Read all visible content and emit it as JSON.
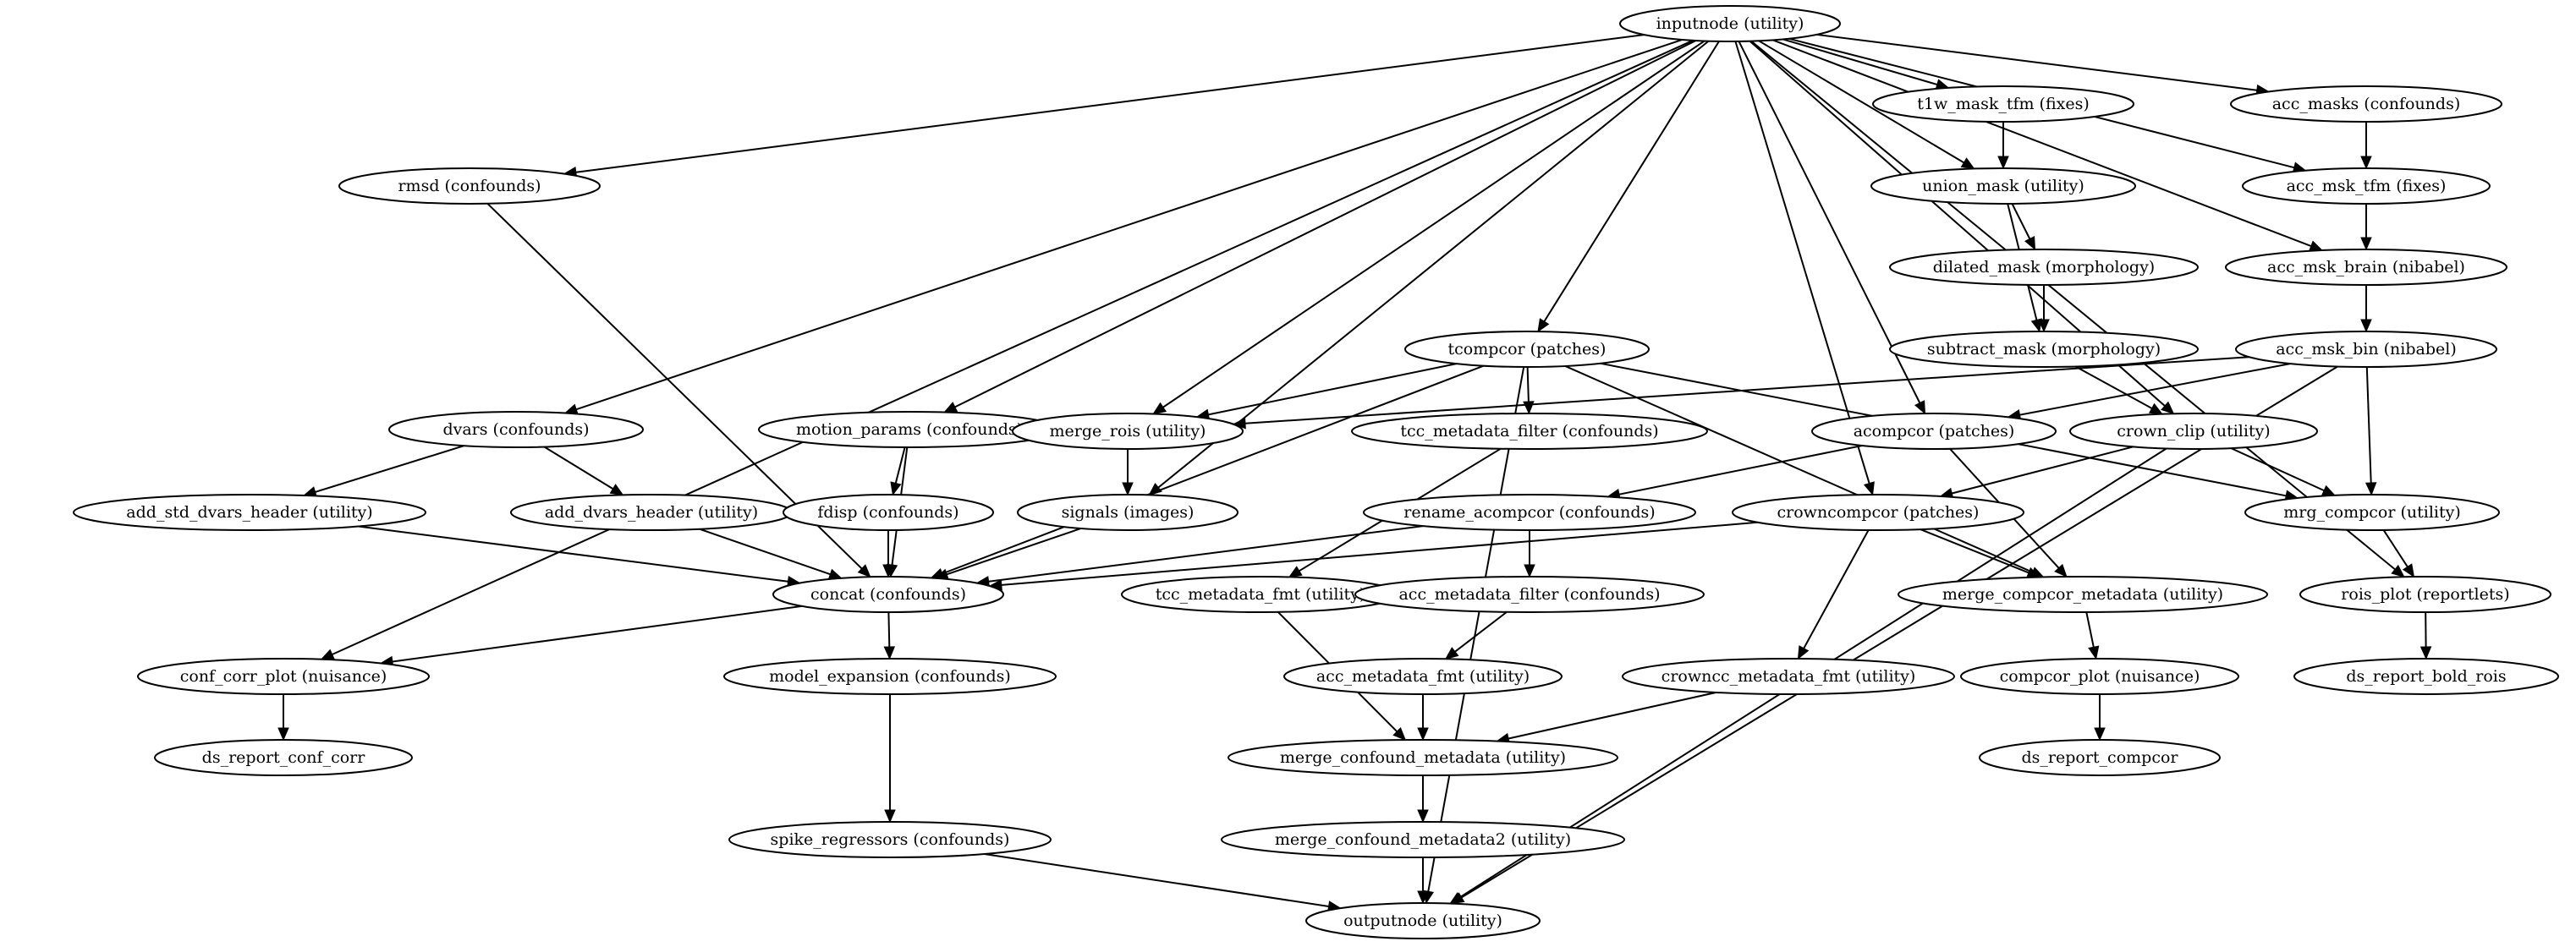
{
  "graph": {
    "nodes": [
      {
        "id": "inputnode",
        "label": "inputnode (utility)"
      },
      {
        "id": "rmsd",
        "label": "rmsd (confounds)"
      },
      {
        "id": "t1w_mask_tfm",
        "label": "t1w_mask_tfm (fixes)"
      },
      {
        "id": "acc_masks",
        "label": "acc_masks (confounds)"
      },
      {
        "id": "union_mask",
        "label": "union_mask (utility)"
      },
      {
        "id": "acc_msk_tfm",
        "label": "acc_msk_tfm (fixes)"
      },
      {
        "id": "dilated_mask",
        "label": "dilated_mask (morphology)"
      },
      {
        "id": "acc_msk_brain",
        "label": "acc_msk_brain (nibabel)"
      },
      {
        "id": "tcompcor",
        "label": "tcompcor (patches)"
      },
      {
        "id": "subtract_mask",
        "label": "subtract_mask (morphology)"
      },
      {
        "id": "acc_msk_bin",
        "label": "acc_msk_bin (nibabel)"
      },
      {
        "id": "dvars",
        "label": "dvars (confounds)"
      },
      {
        "id": "motion_params",
        "label": "motion_params (confounds)"
      },
      {
        "id": "merge_rois",
        "label": "merge_rois (utility)"
      },
      {
        "id": "tcc_metadata_filter",
        "label": "tcc_metadata_filter (confounds)"
      },
      {
        "id": "acompcor",
        "label": "acompcor (patches)"
      },
      {
        "id": "crown_clip",
        "label": "crown_clip (utility)"
      },
      {
        "id": "add_std_dvars_header",
        "label": "add_std_dvars_header (utility)"
      },
      {
        "id": "add_dvars_header",
        "label": "add_dvars_header (utility)"
      },
      {
        "id": "fdisp",
        "label": "fdisp (confounds)"
      },
      {
        "id": "signals",
        "label": "signals (images)"
      },
      {
        "id": "rename_acompcor",
        "label": "rename_acompcor (confounds)"
      },
      {
        "id": "crowncompcor",
        "label": "crowncompcor (patches)"
      },
      {
        "id": "mrg_compcor",
        "label": "mrg_compcor (utility)"
      },
      {
        "id": "concat",
        "label": "concat (confounds)"
      },
      {
        "id": "tcc_metadata_fmt",
        "label": "tcc_metadata_fmt (utility)"
      },
      {
        "id": "acc_metadata_filter",
        "label": "acc_metadata_filter (confounds)"
      },
      {
        "id": "merge_compcor_metadata",
        "label": "merge_compcor_metadata (utility)"
      },
      {
        "id": "rois_plot",
        "label": "rois_plot (reportlets)"
      },
      {
        "id": "conf_corr_plot",
        "label": "conf_corr_plot (nuisance)"
      },
      {
        "id": "model_expansion",
        "label": "model_expansion (confounds)"
      },
      {
        "id": "acc_metadata_fmt",
        "label": "acc_metadata_fmt (utility)"
      },
      {
        "id": "crowncc_metadata_fmt",
        "label": "crowncc_metadata_fmt (utility)"
      },
      {
        "id": "compcor_plot",
        "label": "compcor_plot (nuisance)"
      },
      {
        "id": "ds_report_bold_rois",
        "label": "ds_report_bold_rois"
      },
      {
        "id": "ds_report_conf_corr",
        "label": "ds_report_conf_corr"
      },
      {
        "id": "merge_confound_metadata",
        "label": "merge_confound_metadata (utility)"
      },
      {
        "id": "ds_report_compcor",
        "label": "ds_report_compcor"
      },
      {
        "id": "spike_regressors",
        "label": "spike_regressors (confounds)"
      },
      {
        "id": "merge_confound_metadata2",
        "label": "merge_confound_metadata2 (utility)"
      },
      {
        "id": "outputnode",
        "label": "outputnode (utility)"
      }
    ],
    "edges": [
      [
        "inputnode",
        "rmsd"
      ],
      [
        "inputnode",
        "conf_corr_plot"
      ],
      [
        "inputnode",
        "dvars"
      ],
      [
        "inputnode",
        "motion_params"
      ],
      [
        "inputnode",
        "signals"
      ],
      [
        "inputnode",
        "merge_rois"
      ],
      [
        "inputnode",
        "tcompcor"
      ],
      [
        "inputnode",
        "crowncompcor"
      ],
      [
        "inputnode",
        "acompcor"
      ],
      [
        "inputnode",
        "crown_clip"
      ],
      [
        "inputnode",
        "union_mask"
      ],
      [
        "inputnode",
        "t1w_mask_tfm"
      ],
      [
        "inputnode",
        "acc_msk_brain"
      ],
      [
        "inputnode",
        "acc_msk_tfm"
      ],
      [
        "inputnode",
        "acc_masks"
      ],
      [
        "inputnode",
        "rois_plot"
      ],
      [
        "rmsd",
        "concat"
      ],
      [
        "t1w_mask_tfm",
        "union_mask"
      ],
      [
        "acc_masks",
        "acc_msk_tfm"
      ],
      [
        "union_mask",
        "dilated_mask"
      ],
      [
        "union_mask",
        "subtract_mask"
      ],
      [
        "acc_msk_tfm",
        "acc_msk_brain"
      ],
      [
        "dilated_mask",
        "subtract_mask"
      ],
      [
        "acc_msk_brain",
        "acc_msk_bin"
      ],
      [
        "subtract_mask",
        "crown_clip"
      ],
      [
        "acc_msk_bin",
        "merge_rois"
      ],
      [
        "acc_msk_bin",
        "acompcor"
      ],
      [
        "acc_msk_bin",
        "mrg_compcor"
      ],
      [
        "acc_msk_bin",
        "outputnode"
      ],
      [
        "tcompcor",
        "merge_rois"
      ],
      [
        "tcompcor",
        "tcc_metadata_filter"
      ],
      [
        "tcompcor",
        "concat"
      ],
      [
        "tcompcor",
        "outputnode"
      ],
      [
        "tcompcor",
        "merge_compcor_metadata"
      ],
      [
        "tcompcor",
        "mrg_compcor"
      ],
      [
        "dvars",
        "add_std_dvars_header"
      ],
      [
        "dvars",
        "add_dvars_header"
      ],
      [
        "motion_params",
        "fdisp"
      ],
      [
        "motion_params",
        "concat"
      ],
      [
        "merge_rois",
        "signals"
      ],
      [
        "tcc_metadata_filter",
        "tcc_metadata_fmt"
      ],
      [
        "acompcor",
        "rename_acompcor"
      ],
      [
        "acompcor",
        "merge_compcor_metadata"
      ],
      [
        "crown_clip",
        "crowncompcor"
      ],
      [
        "crown_clip",
        "mrg_compcor"
      ],
      [
        "crown_clip",
        "outputnode"
      ],
      [
        "add_std_dvars_header",
        "concat"
      ],
      [
        "add_dvars_header",
        "concat"
      ],
      [
        "fdisp",
        "concat"
      ],
      [
        "signals",
        "concat"
      ],
      [
        "rename_acompcor",
        "concat"
      ],
      [
        "rename_acompcor",
        "acc_metadata_filter"
      ],
      [
        "crowncompcor",
        "concat"
      ],
      [
        "crowncompcor",
        "merge_compcor_metadata"
      ],
      [
        "crowncompcor",
        "crowncc_metadata_fmt"
      ],
      [
        "mrg_compcor",
        "rois_plot"
      ],
      [
        "concat",
        "conf_corr_plot"
      ],
      [
        "concat",
        "model_expansion"
      ],
      [
        "tcc_metadata_fmt",
        "merge_confound_metadata"
      ],
      [
        "acc_metadata_filter",
        "acc_metadata_fmt"
      ],
      [
        "merge_compcor_metadata",
        "compcor_plot"
      ],
      [
        "rois_plot",
        "ds_report_bold_rois"
      ],
      [
        "conf_corr_plot",
        "ds_report_conf_corr"
      ],
      [
        "model_expansion",
        "spike_regressors"
      ],
      [
        "acc_metadata_fmt",
        "merge_confound_metadata"
      ],
      [
        "crowncc_metadata_fmt",
        "merge_confound_metadata"
      ],
      [
        "compcor_plot",
        "ds_report_compcor"
      ],
      [
        "merge_confound_metadata",
        "merge_confound_metadata2"
      ],
      [
        "spike_regressors",
        "outputnode"
      ],
      [
        "merge_confound_metadata2",
        "outputnode"
      ]
    ]
  }
}
